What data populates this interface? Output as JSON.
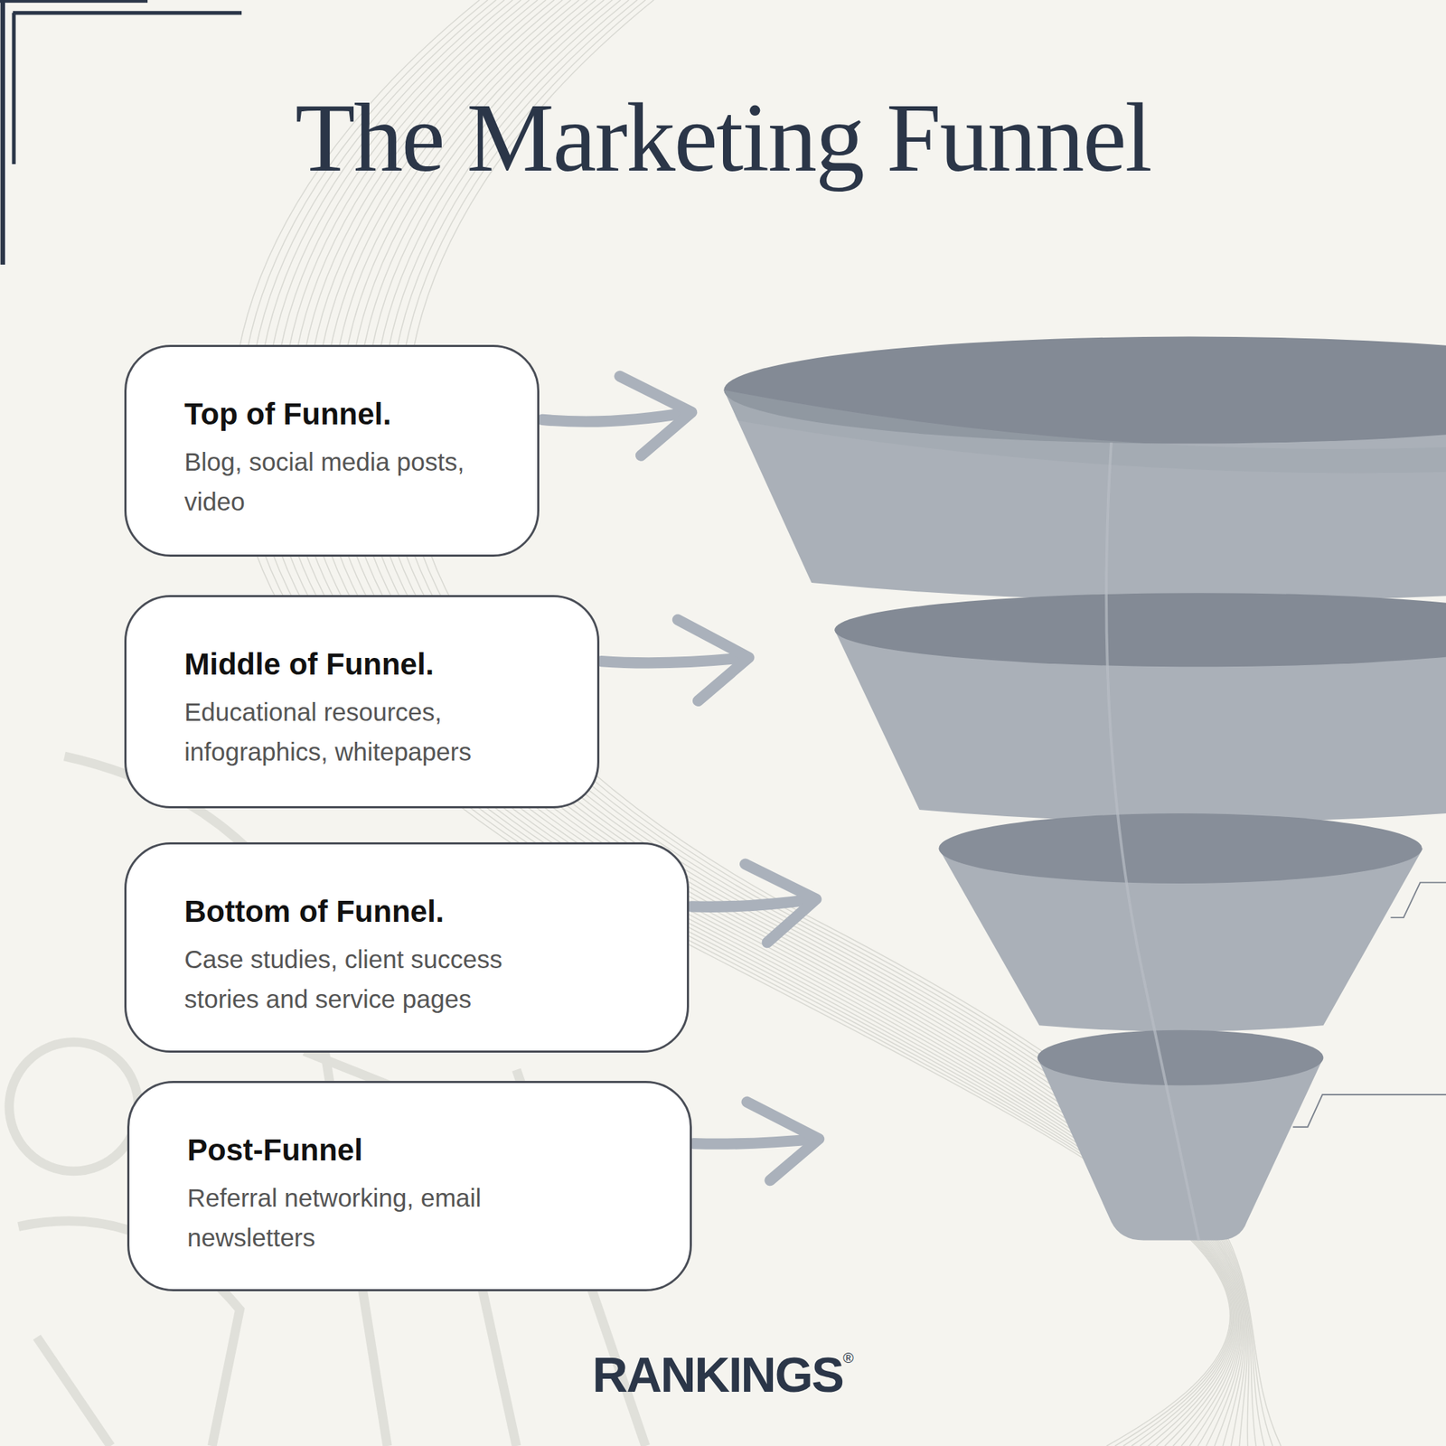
{
  "diagram": {
    "title": "The Marketing Funnel",
    "nodes": [
      {
        "text": [
          "Top of Funnel.",
          "Blog, social media posts, video"
        ]
      },
      {
        "text": [
          "Middle of Funnel.",
          "Educational resources, infographics, whitepapers"
        ]
      },
      {
        "text": [
          "Bottom of Funnel.",
          "Case studies, client success stories and service pages"
        ]
      },
      {
        "text": [
          "Post-Funnel",
          "Referral networking, email newsletters"
        ]
      }
    ],
    "labels": [
      "RANKINGS",
      "®"
    ]
  }
}
